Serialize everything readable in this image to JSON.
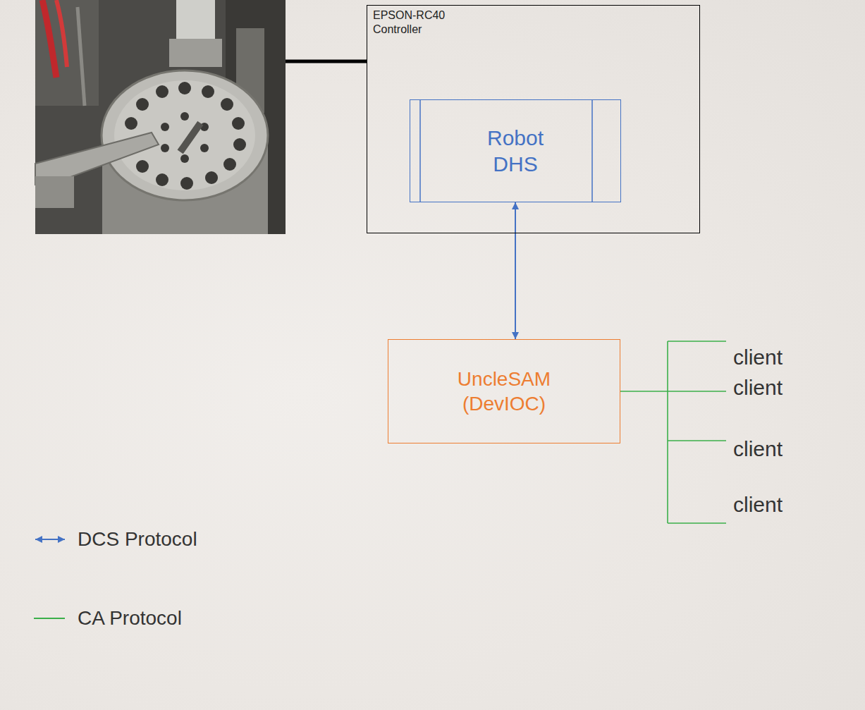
{
  "diagram": {
    "nodes": [
      {
        "text": [
          "EPSON-RC40 Controller"
        ]
      },
      {
        "text": [
          "Robot DHS"
        ],
        "in": 0
      },
      {
        "text": [
          "UncleSAM (DevIOC)"
        ]
      }
    ],
    "edges": [
      {
        "from": 1,
        "to": 2,
        "arrow": "both"
      }
    ],
    "labels": [
      "client",
      "client",
      "client",
      "client"
    ],
    "legend": [
      {
        "text": "DCS Protocol"
      },
      {
        "text": "CA Protocol"
      }
    ]
  }
}
